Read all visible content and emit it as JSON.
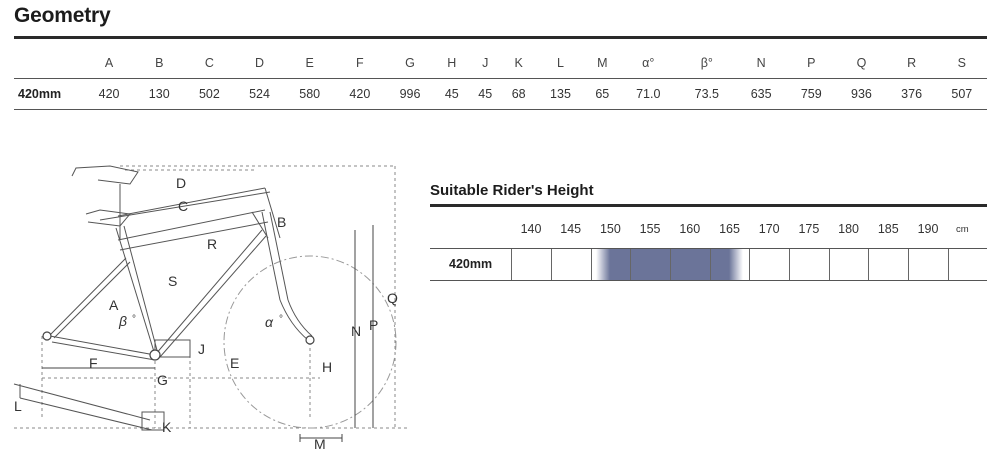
{
  "geometry": {
    "title": "Geometry",
    "columns": [
      "A",
      "B",
      "C",
      "D",
      "E",
      "F",
      "G",
      "H",
      "J",
      "K",
      "L",
      "M",
      "α°",
      "β°",
      "N",
      "P",
      "Q",
      "R",
      "S"
    ],
    "rows": [
      {
        "size": "420mm",
        "values": [
          "420",
          "130",
          "502",
          "524",
          "580",
          "420",
          "996",
          "45",
          "45",
          "68",
          "135",
          "65",
          "71.0",
          "73.5",
          "635",
          "759",
          "936",
          "376",
          "507"
        ]
      }
    ]
  },
  "diagram": {
    "labels": [
      "D",
      "C",
      "B",
      "R",
      "S",
      "A",
      "β",
      "°",
      "α",
      "°",
      "J",
      "F",
      "E",
      "G",
      "H",
      "N",
      "P",
      "Q",
      "L",
      "K",
      "M"
    ]
  },
  "rider_height": {
    "title": "Suitable Rider's Height",
    "ticks": [
      "140",
      "145",
      "150",
      "155",
      "160",
      "165",
      "170",
      "175",
      "180",
      "185",
      "190"
    ],
    "unit": "cm",
    "size_label": "420mm",
    "range": [
      150,
      165
    ],
    "band_color": "#6b7499"
  }
}
